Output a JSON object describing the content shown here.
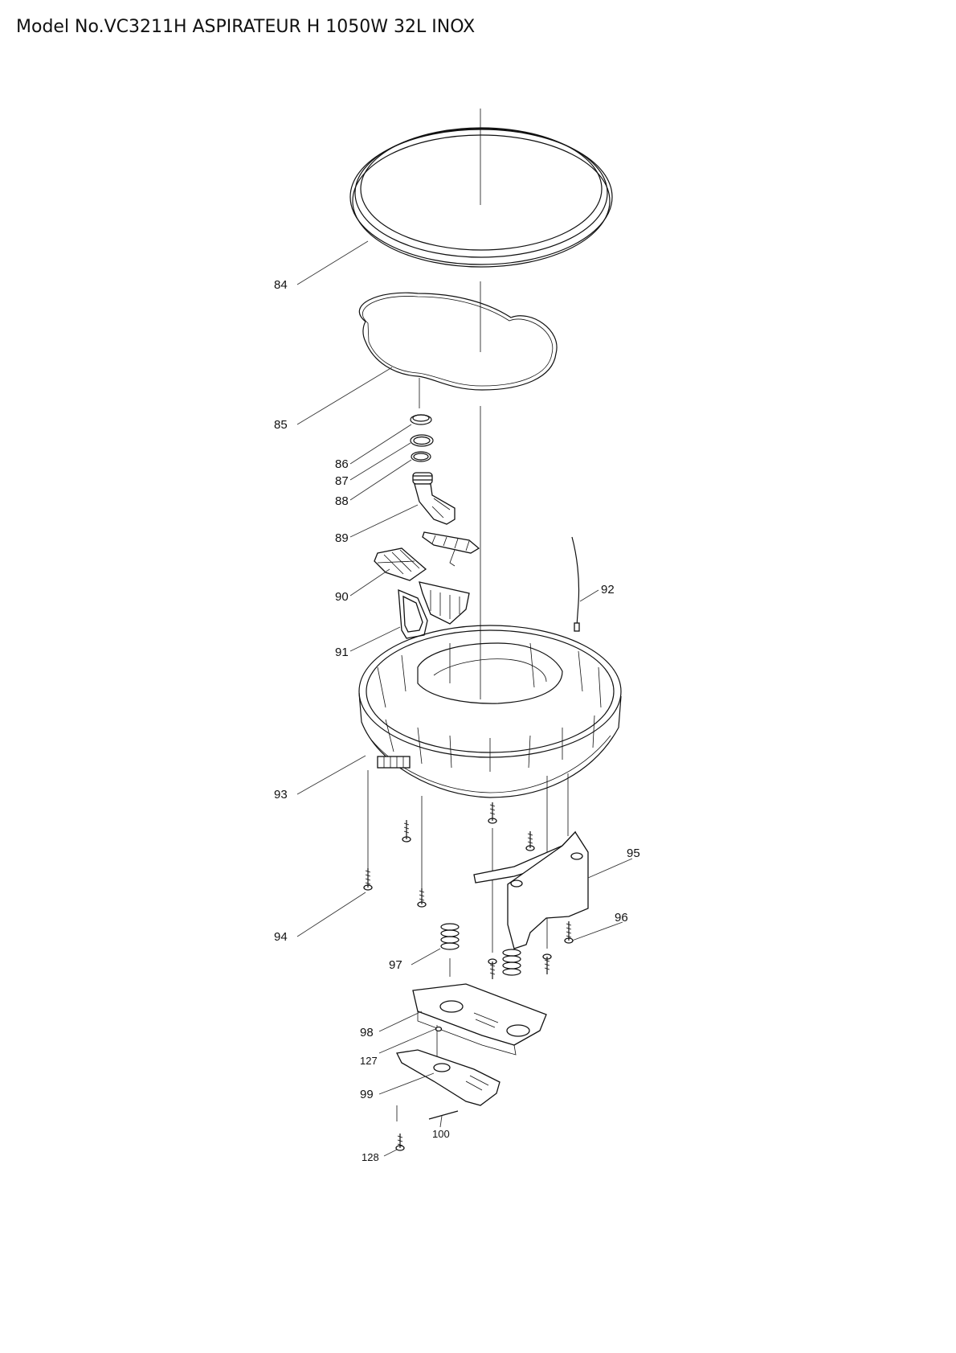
{
  "header": {
    "title": "Model No.VC3211H ASPIRATEUR H 1050W 32L INOX"
  },
  "callouts": {
    "c84": "84",
    "c85": "85",
    "c86": "86",
    "c87": "87",
    "c88": "88",
    "c89": "89",
    "c90": "90",
    "c91": "91",
    "c92": "92",
    "c93": "93",
    "c94": "94",
    "c95": "95",
    "c96": "96",
    "c97": "97",
    "c98": "98",
    "c99": "99",
    "c100": "100",
    "c127": "127",
    "c128": "128"
  }
}
